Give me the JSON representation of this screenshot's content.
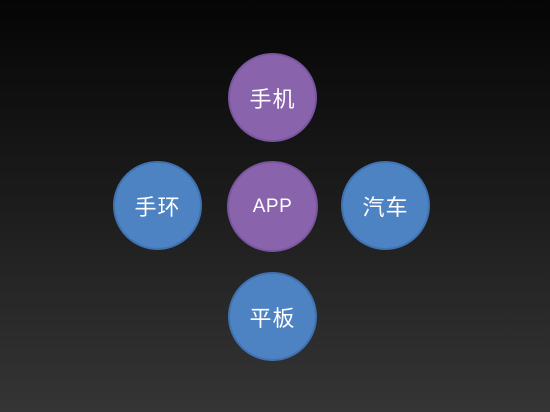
{
  "diagram": {
    "center": {
      "label": "APP"
    },
    "top": {
      "label": "手机"
    },
    "left": {
      "label": "手环"
    },
    "right": {
      "label": "汽车"
    },
    "bottom": {
      "label": "平板"
    }
  },
  "colors": {
    "purple": "#8a63ad",
    "blue": "#4d82c3",
    "background_top": "#050505",
    "background_bottom": "#353535"
  }
}
